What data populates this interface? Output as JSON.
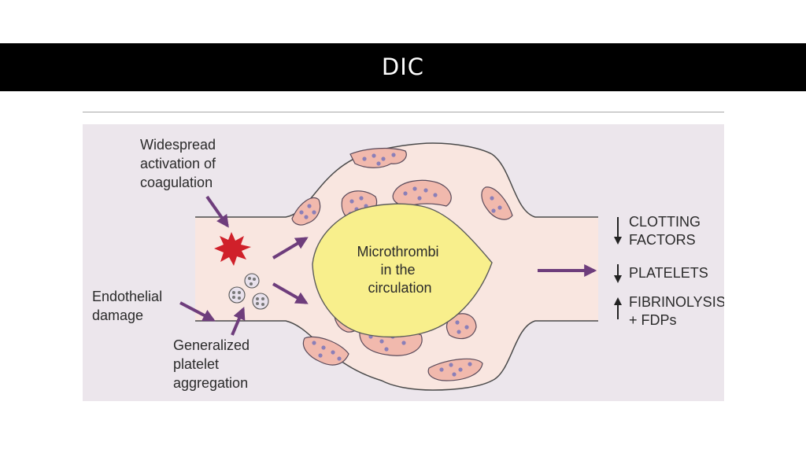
{
  "slide": {
    "title": "DIC"
  },
  "diagram": {
    "label_activation": [
      "Widespread",
      "activation of",
      "coagulation"
    ],
    "label_endothelial": [
      "Endothelial",
      "damage"
    ],
    "label_platelet": [
      "Generalized",
      "platelet",
      "aggregation"
    ],
    "label_center": [
      "Microthrombi",
      "in the",
      "circulation"
    ],
    "outcomes": {
      "clotting": [
        "CLOTTING",
        "FACTORS"
      ],
      "platelets": "PLATELETS",
      "fibrinolysis": [
        "FIBRINOLYSIS",
        "+ FDPs"
      ]
    },
    "colors": {
      "vessel": "#f9e6e0",
      "thrombus": "#f8ef8c",
      "arrow": "#6e3d7c",
      "star": "#d0202a",
      "clot": "#f1b9ad"
    }
  }
}
